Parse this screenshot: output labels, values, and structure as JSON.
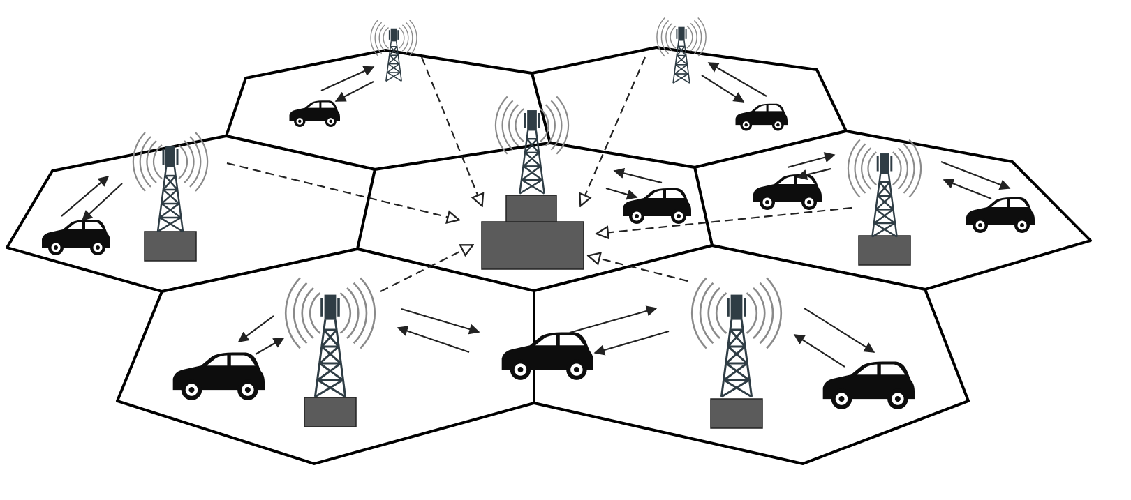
{
  "diagram": {
    "colors": {
      "background": "#ffffff",
      "cell_border": "#000000",
      "car": "#0d0d0d",
      "tower": "#2f3d45",
      "tower_signal": "#8a8a8a",
      "tower_base": "#5b5b5b",
      "central_station": "#5b5b5b",
      "link_arrow": "#222222",
      "backhaul_arrow": "#222222"
    },
    "icons": {
      "tower": "cell-tower-icon",
      "car": "car-icon",
      "central_station": "central-station-icon"
    },
    "cells": [
      {
        "id": "top-left"
      },
      {
        "id": "top-right"
      },
      {
        "id": "center"
      },
      {
        "id": "left"
      },
      {
        "id": "right"
      },
      {
        "id": "bottom-left"
      },
      {
        "id": "bottom-right"
      }
    ],
    "towers": [
      {
        "cell": "top-left",
        "has_base": false
      },
      {
        "cell": "top-right",
        "has_base": false
      },
      {
        "cell": "center",
        "has_base": true
      },
      {
        "cell": "left",
        "has_base": true
      },
      {
        "cell": "right",
        "has_base": true
      },
      {
        "cell": "bottom-left",
        "has_base": true
      },
      {
        "cell": "bottom-right",
        "has_base": true
      }
    ],
    "cars": [
      {
        "cell": "top-left"
      },
      {
        "cell": "top-right"
      },
      {
        "cell": "center"
      },
      {
        "cell": "left"
      },
      {
        "cell": "right"
      },
      {
        "cell": "right"
      },
      {
        "cell": "bottom-left"
      },
      {
        "cell": "bottom-center"
      },
      {
        "cell": "bottom-right"
      }
    ],
    "backhaul_links": [
      {
        "from": "top-left",
        "to": "central-station"
      },
      {
        "from": "top-right",
        "to": "central-station"
      },
      {
        "from": "left",
        "to": "central-station"
      },
      {
        "from": "right",
        "to": "central-station"
      },
      {
        "from": "bottom-left",
        "to": "central-station"
      },
      {
        "from": "bottom-right",
        "to": "central-station"
      }
    ]
  }
}
